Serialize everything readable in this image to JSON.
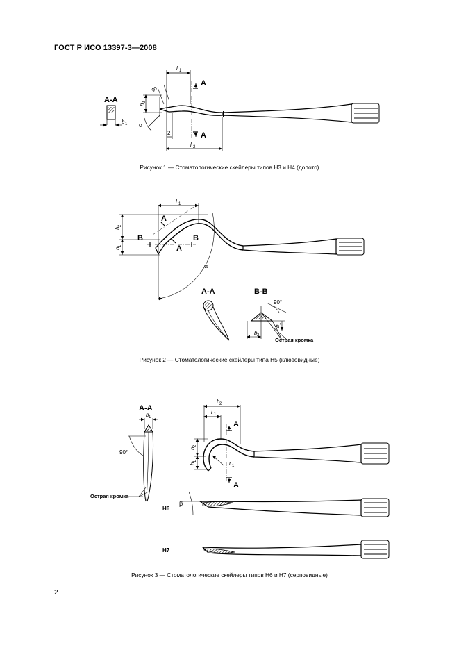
{
  "header": {
    "standard": "ГОСТ Р ИСО 13397-3—2008"
  },
  "figure1": {
    "caption": "Рисунок 1 — Стоматологические скейлеры типов Н3 и Н4 (долото)",
    "section_label": "A-A",
    "cut_label_top": "A",
    "cut_label_bottom": "A",
    "dim_l1": "l",
    "dim_l1_sub": "1",
    "dim_l2": "l",
    "dim_l2_sub": "2",
    "dim_2": "2",
    "dim_b1": "b",
    "dim_b1_sub": "1",
    "dim_b2": "b",
    "dim_b2_sub": "2",
    "dim_h2": "h",
    "dim_h2_sub": "2",
    "angle_alpha": "α"
  },
  "figure2": {
    "caption": "Рисунок 2 — Стоматологические скейлеры типа Н5 (клювовидные)",
    "cut_A_top": "A",
    "cut_A_bottom": "A",
    "cut_B_left": "B",
    "cut_B_right": "B",
    "section_aa": "A-A",
    "section_bb": "B-B",
    "dim_l1": "l",
    "dim_l1_sub": "1",
    "dim_h2": "h",
    "dim_h2_sub": "2",
    "dim_h1": "h",
    "dim_h1_sub": "1",
    "dim_b2": "b",
    "dim_b2_sub": "2",
    "dim_b1": "b",
    "dim_b1_sub": "1",
    "angle_90": "90°",
    "angle_alpha": "α",
    "edge_label": "Острая кромка"
  },
  "figure3": {
    "caption": "Рисунок 3 — Стоматологические скейлеры типов Н6 и Н7 (серповидные)",
    "section_aa": "A-A",
    "cut_A_top": "A",
    "cut_A_bottom": "A",
    "dim_b1": "b",
    "dim_b1_sub": "1",
    "dim_b2": "b",
    "dim_b2_sub": "2",
    "dim_l1": "l",
    "dim_l1_sub": "1",
    "dim_h2": "h",
    "dim_h2_sub": "2",
    "dim_h1": "h",
    "dim_h1_sub": "1",
    "dim_r1": "r",
    "dim_r1_sub": "1",
    "angle_90": "90°",
    "angle_beta": "β",
    "edge_label": "Острая кромка",
    "type_h6": "Н6",
    "type_h7": "Н7"
  },
  "footer": {
    "page_number": "2"
  }
}
